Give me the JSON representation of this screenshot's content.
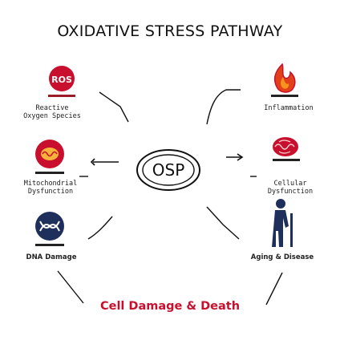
{
  "title": "OXIDATIVE STRESS PATHWAY",
  "center": {
    "label": "OSP"
  },
  "nodes": {
    "ros": {
      "badge": "ROS",
      "label": [
        "Reactive",
        "Oxygen Species"
      ]
    },
    "inflammation": {
      "label": [
        "Inflammation"
      ],
      "icon": "flame-icon"
    },
    "mitochondrial": {
      "label": [
        "Mitochondrial",
        "Dysfunction"
      ],
      "icon": "mitochondria-icon"
    },
    "cellular": {
      "label": [
        "Cellular",
        "Dysfunction"
      ],
      "icon": "brain-icon"
    },
    "dna": {
      "label": [
        "DNA Damage"
      ],
      "icon": "dna-icon"
    },
    "aging": {
      "label": [
        "Aging & Disease"
      ],
      "icon": "elderly-person-icon"
    }
  },
  "outcome": {
    "label": "Cell Damage & Death"
  },
  "colors": {
    "accent": "#c8102e",
    "ink": "#111111",
    "navy": "#1f2f5c"
  }
}
